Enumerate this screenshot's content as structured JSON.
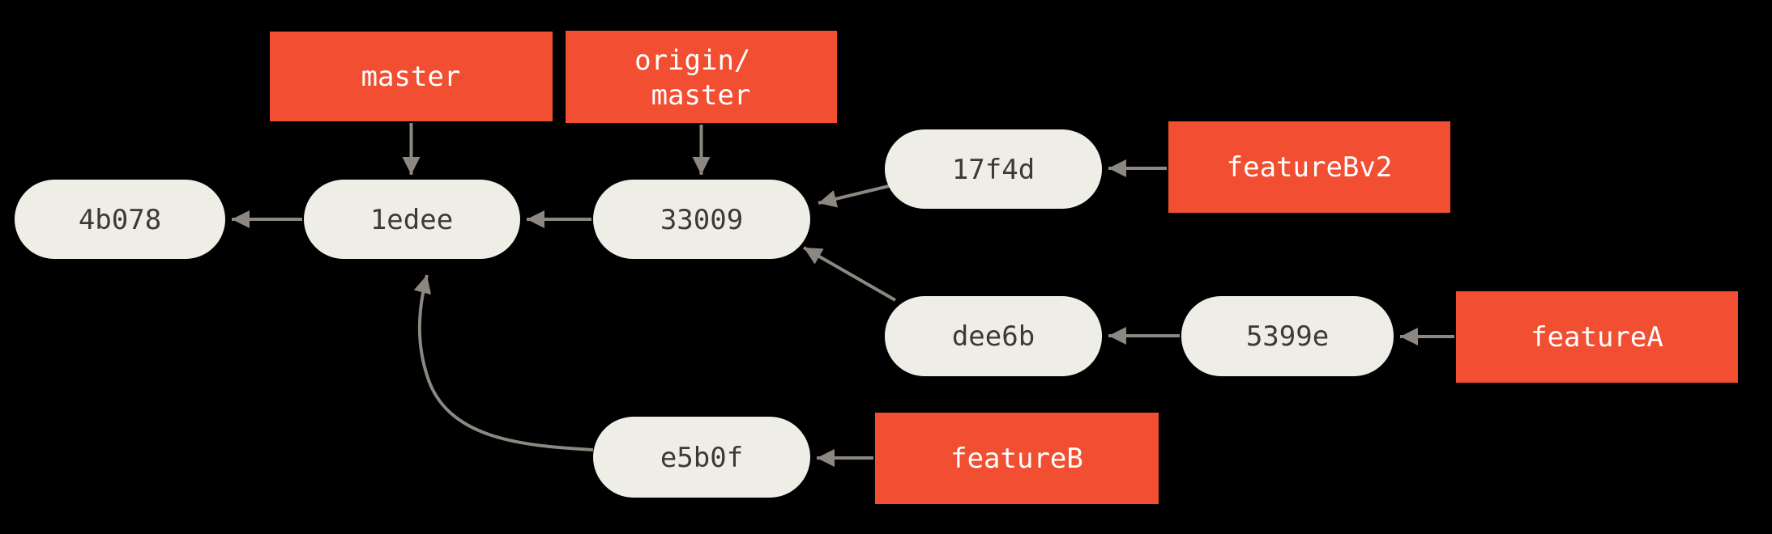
{
  "graph": {
    "background": "#000000",
    "colors": {
      "branch_fill": "#f14e32",
      "branch_text": "#ffffff",
      "commit_fill": "#efeee6",
      "commit_text": "#3b3a33",
      "arrow": "#8c8780"
    },
    "commits": [
      {
        "id": "4b078",
        "label": "4b078"
      },
      {
        "id": "1edee",
        "label": "1edee"
      },
      {
        "id": "33009",
        "label": "33009"
      },
      {
        "id": "17f4d",
        "label": "17f4d"
      },
      {
        "id": "dee6b",
        "label": "dee6b"
      },
      {
        "id": "5399e",
        "label": "5399e"
      },
      {
        "id": "e5b0f",
        "label": "e5b0f"
      }
    ],
    "branches": [
      {
        "label": "master",
        "lines": [
          "master"
        ],
        "points_to": "1edee"
      },
      {
        "label": "origin/master",
        "lines": [
          "origin/",
          "master"
        ],
        "points_to": "33009"
      },
      {
        "label": "featureBv2",
        "lines": [
          "featureBv2"
        ],
        "points_to": "17f4d"
      },
      {
        "label": "featureA",
        "lines": [
          "featureA"
        ],
        "points_to": "5399e"
      },
      {
        "label": "featureB",
        "lines": [
          "featureB"
        ],
        "points_to": "e5b0f"
      }
    ],
    "edges": [
      {
        "from": "1edee",
        "to": "4b078"
      },
      {
        "from": "33009",
        "to": "1edee"
      },
      {
        "from": "17f4d",
        "to": "33009"
      },
      {
        "from": "dee6b",
        "to": "33009"
      },
      {
        "from": "5399e",
        "to": "dee6b"
      },
      {
        "from": "e5b0f",
        "to": "1edee"
      }
    ]
  }
}
